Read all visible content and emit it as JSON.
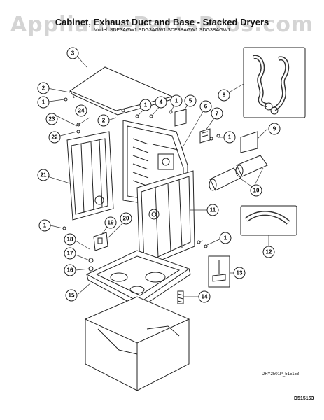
{
  "header": {
    "watermark": "AppliancePartsPros.com",
    "title": "Cabinet, Exhaust Duct and Base - Stacked Dryers",
    "models_line": "Model: SDE3AGW1  SDG3AGW1  SDE3BAGW1  SDG3BAGW1"
  },
  "callouts": [
    "1",
    "2",
    "3",
    "4",
    "5",
    "6",
    "7",
    "8",
    "9",
    "10",
    "11",
    "12",
    "13",
    "14",
    "15",
    "16",
    "17",
    "18",
    "19",
    "20",
    "21",
    "22",
    "23",
    "24"
  ],
  "footer": {
    "drawing_code": "DRY2501P_515153",
    "page_code": "D515153"
  }
}
